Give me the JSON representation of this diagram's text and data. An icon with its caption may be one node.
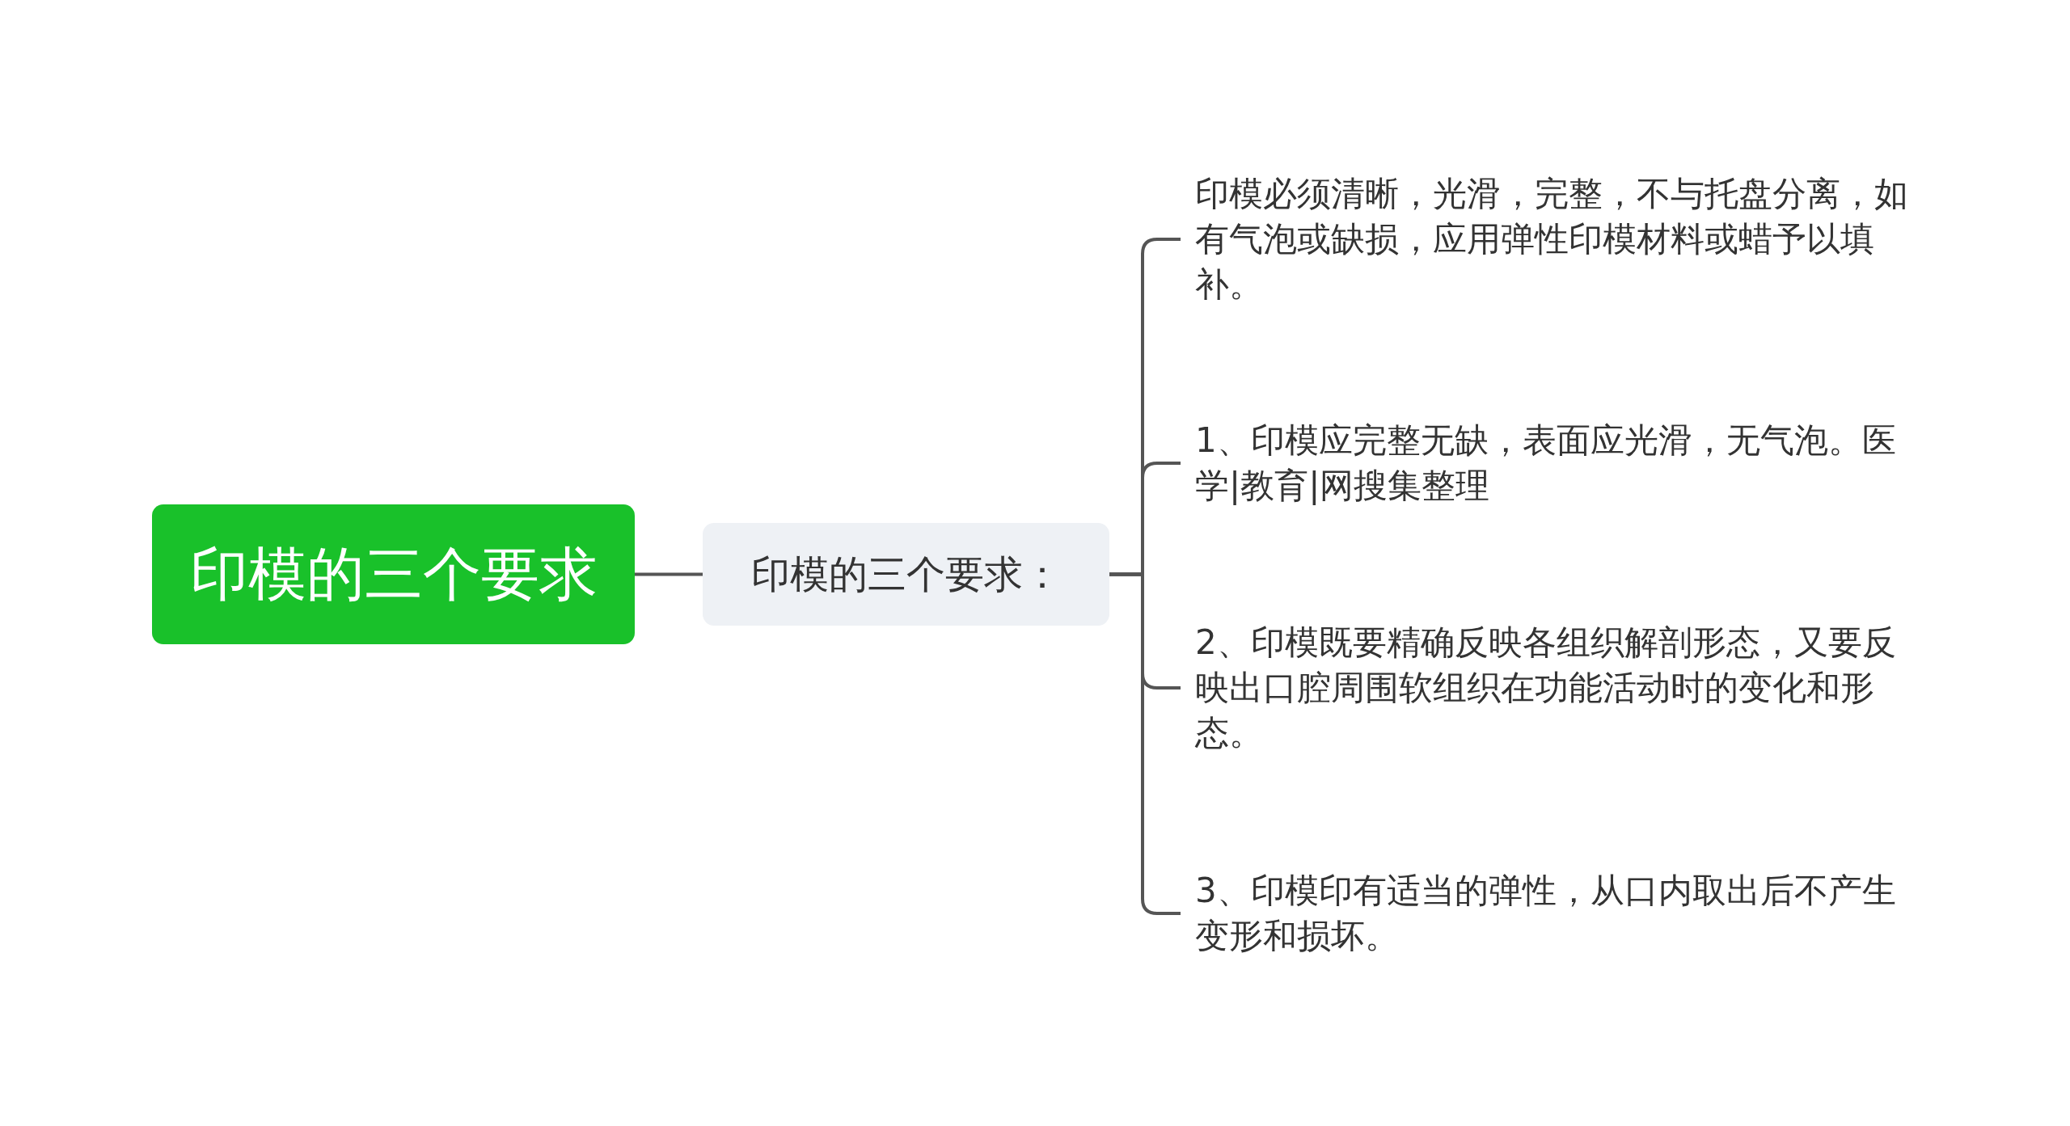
{
  "diagram": {
    "nodes": [
      {
        "text": [
          "印模的三个要求"
        ]
      },
      {
        "text": [
          "印模的三个要求："
        ]
      },
      {
        "text": [
          "印模必须清晰，光滑，完整，不与托盘分离，如有气泡或缺损，应用弹性印模材料或蜡予以填补。"
        ]
      },
      {
        "text": [
          "1、印模应完整无缺，表面应光滑，无气泡。医学|教育|网搜集整理"
        ]
      },
      {
        "text": [
          "2、印模既要精确反映各组织解剖形态，又要反映出口腔周围软组织在功能活动时的变化和形态。"
        ]
      },
      {
        "text": [
          "3、印模印有适当的弹性，从口内取出后不产生变形和损坏。"
        ]
      }
    ],
    "edges": [
      {
        "from": 0,
        "to": 1,
        "arrow": "none"
      },
      {
        "from": 1,
        "to": 2,
        "arrow": "none"
      },
      {
        "from": 1,
        "to": 3,
        "arrow": "none"
      },
      {
        "from": 1,
        "to": 4,
        "arrow": "none"
      },
      {
        "from": 1,
        "to": 5,
        "arrow": "none"
      }
    ]
  }
}
